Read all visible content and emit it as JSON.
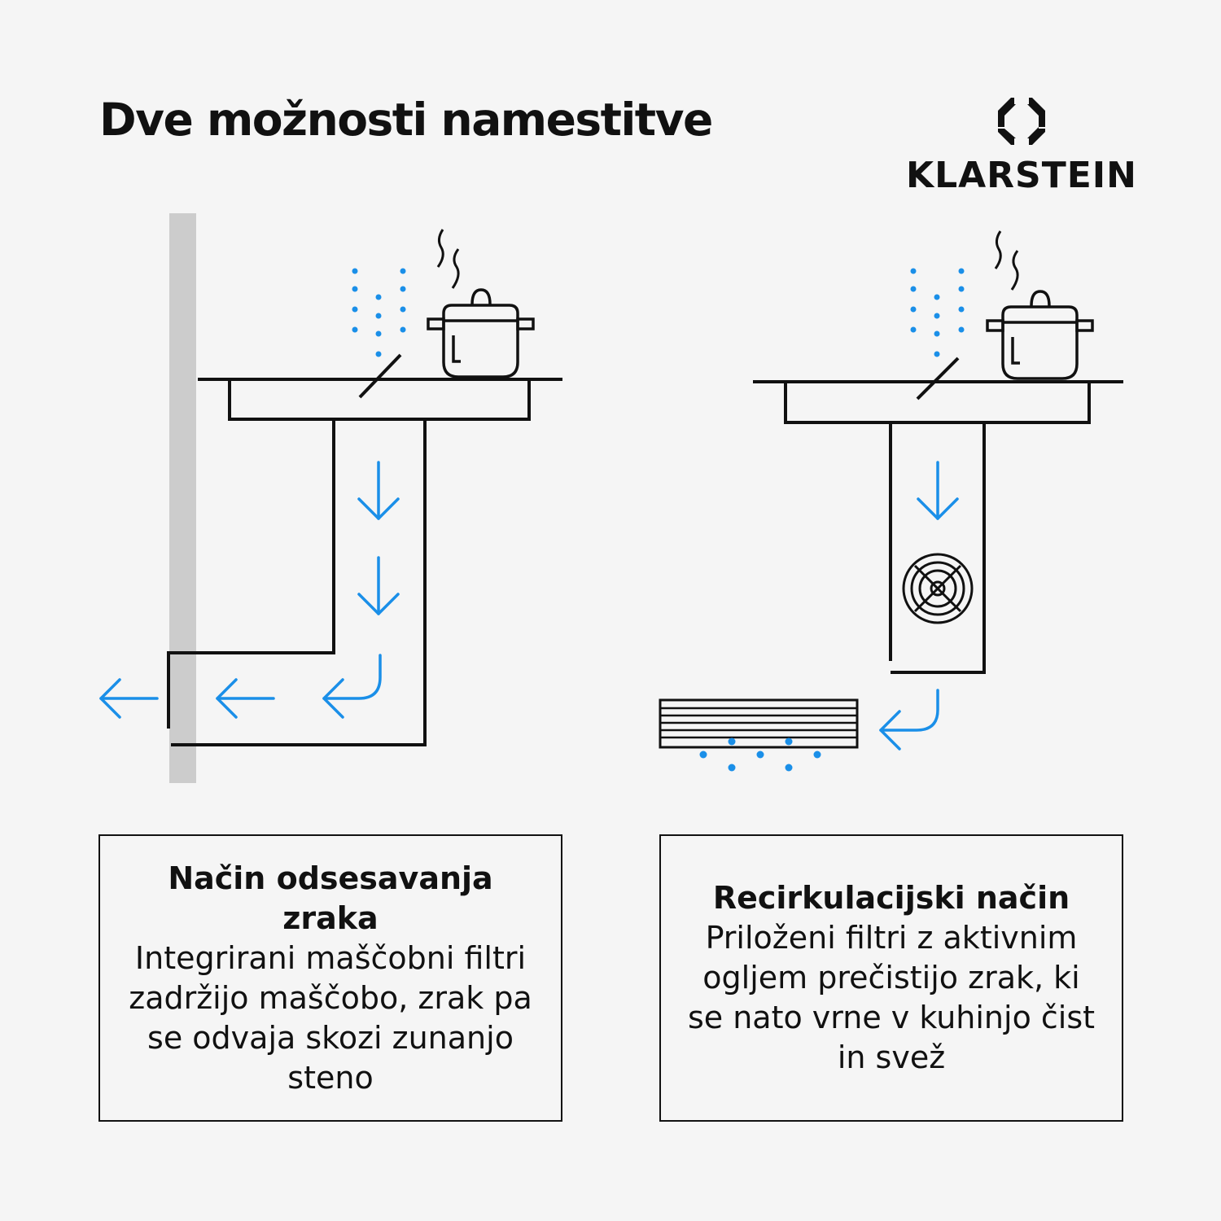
{
  "title": "Dve možnosti namestitve",
  "brand": {
    "name": "KLARSTEIN",
    "logo_icon": "octagon-chevrons-logo"
  },
  "colors": {
    "accent": "#1a8fe8",
    "line": "#111111",
    "wall": "#cccccc",
    "background": "#f5f5f5"
  },
  "modes": [
    {
      "id": "extraction",
      "title": "Način odsesavanja zraka",
      "text": "Integrirani maščobni filtri zadržijo maščobo, zrak pa se odvaja skozi zunanjo steno",
      "icons": [
        "pot-icon",
        "steam-icon",
        "wall-icon",
        "duct-icon",
        "arrow-down-icon",
        "arrow-left-icon"
      ]
    },
    {
      "id": "recirculation",
      "title": "Recirkulacijski način",
      "text": "Priloženi filtri z aktivnim ogljem prečistijo zrak, ki se nato vrne v kuhinjo čist in svež",
      "icons": [
        "pot-icon",
        "steam-icon",
        "fan-icon",
        "vent-grille-icon",
        "arrow-down-icon",
        "arrow-return-icon"
      ]
    }
  ]
}
